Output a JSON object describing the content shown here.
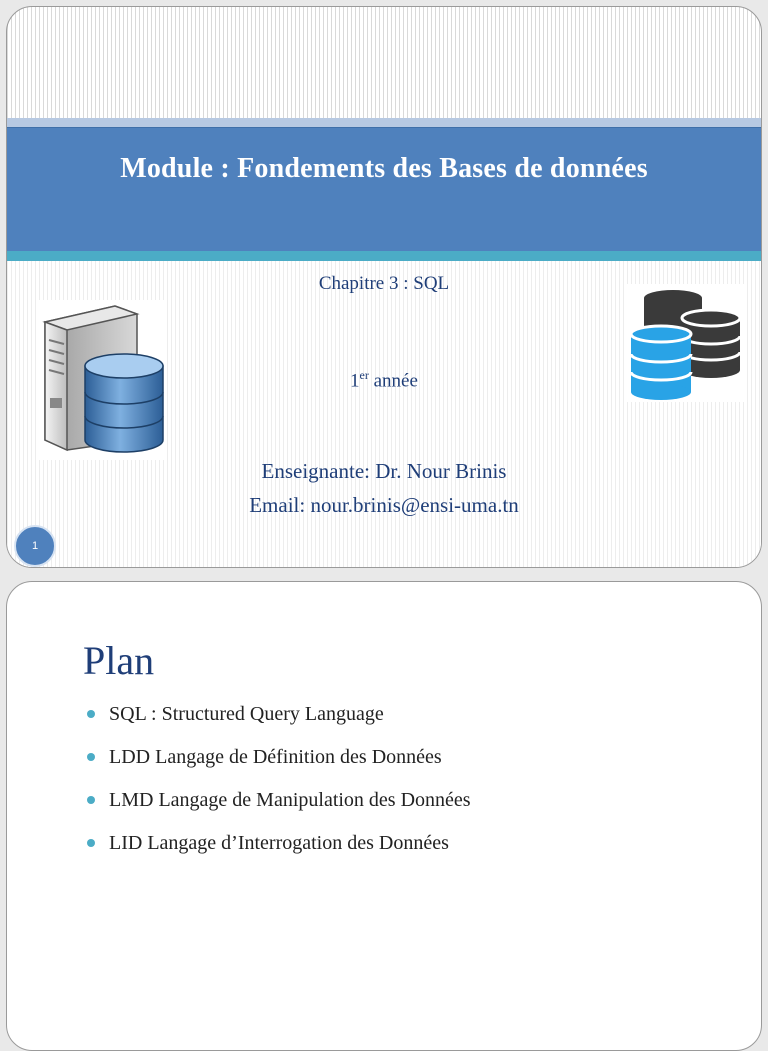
{
  "slide1": {
    "title": "Module : Fondements des Bases de données",
    "chapter": "Chapitre 3 : SQL",
    "year_number": "1",
    "year_sup": "er",
    "year_word": " année",
    "teacher": "Enseignante: Dr. Nour Brinis",
    "email": "Email: nour.brinis@ensi-uma.tn",
    "page_number": "1",
    "colors": {
      "band": "#4f81bd",
      "band_top_strip": "#b7c9e2",
      "band_bottom_strip": "#4bacc6",
      "text": "#1f3e78"
    },
    "images": {
      "left": "server-database-icon",
      "right": "database-stack-icon"
    }
  },
  "slide2": {
    "title": "Plan",
    "bullets": [
      "SQL : Structured Query Language",
      "LDD Langage de Définition des Données",
      "LMD Langage de Manipulation des Données",
      "LID Langage d’Interrogation des Données"
    ]
  }
}
